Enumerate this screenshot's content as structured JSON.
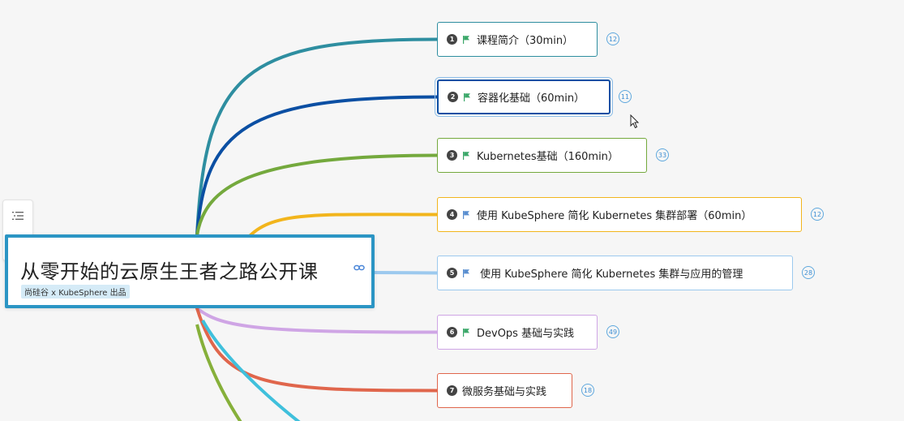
{
  "root": {
    "title": "从零开始的云原生王者之路公开课",
    "tag": "尚硅谷 x KubeSphere 出品",
    "color": "#2b95c4"
  },
  "toolbar": {
    "icons": [
      "outline-list-icon",
      "menu-lines-icon"
    ]
  },
  "topics": [
    {
      "num": "1",
      "label": "课程简介（30min）",
      "count": "12",
      "color": "#2e8ea0",
      "flag": "green",
      "selected": false
    },
    {
      "num": "2",
      "label": "容器化基础（60min）",
      "count": "11",
      "color": "#0b4fa3",
      "flag": "green",
      "selected": true
    },
    {
      "num": "3",
      "label": "Kubernetes基础（160min）",
      "count": "33",
      "color": "#74a93d",
      "flag": "green",
      "selected": false
    },
    {
      "num": "4",
      "label": "使用 KubeSphere 简化 Kubernetes 集群部署（60min）",
      "count": "12",
      "color": "#f2b51c",
      "flag": "blue",
      "selected": false
    },
    {
      "num": "5",
      "label": " 使用 KubeSphere 简化 Kubernetes 集群与应用的管理",
      "count": "28",
      "color": "#9cc9ee",
      "flag": "blue",
      "selected": false
    },
    {
      "num": "6",
      "label": "DevOps 基础与实践",
      "count": "49",
      "color": "#cfa5e5",
      "flag": "green",
      "selected": false
    },
    {
      "num": "7",
      "label": "微服务基础与实践",
      "count": "18",
      "color": "#e0664c",
      "flag": "none",
      "selected": false
    }
  ],
  "offscreen_branch_colors": [
    "#3fc0dc",
    "#86b03a"
  ],
  "flag_colors": {
    "green": "#3ca86a",
    "blue": "#5a8fd0"
  }
}
